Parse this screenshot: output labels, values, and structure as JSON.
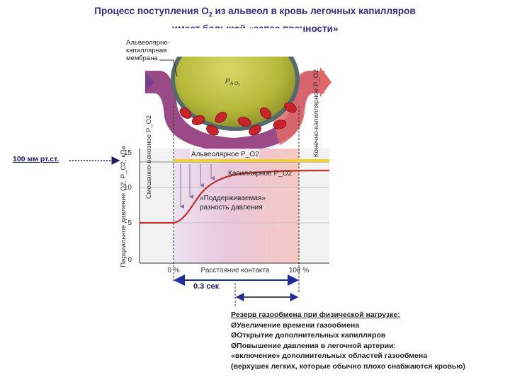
{
  "slide": {
    "title_line1_pre": "Процесс поступления О",
    "title_line1_sub": "2",
    "title_line1_post": " из альвеол в кровь легочных капилляров",
    "title_line2": "имеет большой «запас прочности»"
  },
  "diagram": {
    "membrane_label": "Альвеолярно-капиллярная мембрана",
    "alveolar_pressure_label": "P_A O2",
    "mixed_venous_label": "Смешанно-венозное P_O2",
    "end_capillary_label": "Конечно-капиллярное P_O2",
    "alveolar_po2_label": "Альвеолярное P_O2",
    "capillary_po2_label": "Капиллярное P_O2",
    "maintained_gradient_label": "«Поддерживаемая» разность давления",
    "y_axis_label": "Парциальное давление O2, P_O2, кПа",
    "y_ticks": [
      "15",
      "10",
      "5",
      "0"
    ],
    "x_axis_label": "Расстояние контакта",
    "x_start_label": "0 %",
    "x_end_label": "100 %",
    "reference_pressure_label": "100 мм рт.ст.",
    "time_label": "0.3 сек",
    "colors": {
      "alveolus": "#b5b83a",
      "capillary": "#9a4a86",
      "venous_blood": "#7d3c8c",
      "arterial_blood": "#e06a6a",
      "red_cells": "#c9242c",
      "curve": "#c0322b",
      "alveolar_line": "#f2d22e",
      "time_arrow": "#1f2b9a"
    }
  },
  "notes": {
    "heading": "Резерв газообмена при физической нагрузке:",
    "items": [
      "Увеличение времени газообмена",
      "Открытие дополнительных капилляров",
      "Повышение давления в легочной артерии:"
    ],
    "continuation": [
      "«включение» дополнительных областей газообмена",
      "(верхушек легких, которые обычно плохо снабжаются кровью)"
    ],
    "bullet": "Ø"
  }
}
